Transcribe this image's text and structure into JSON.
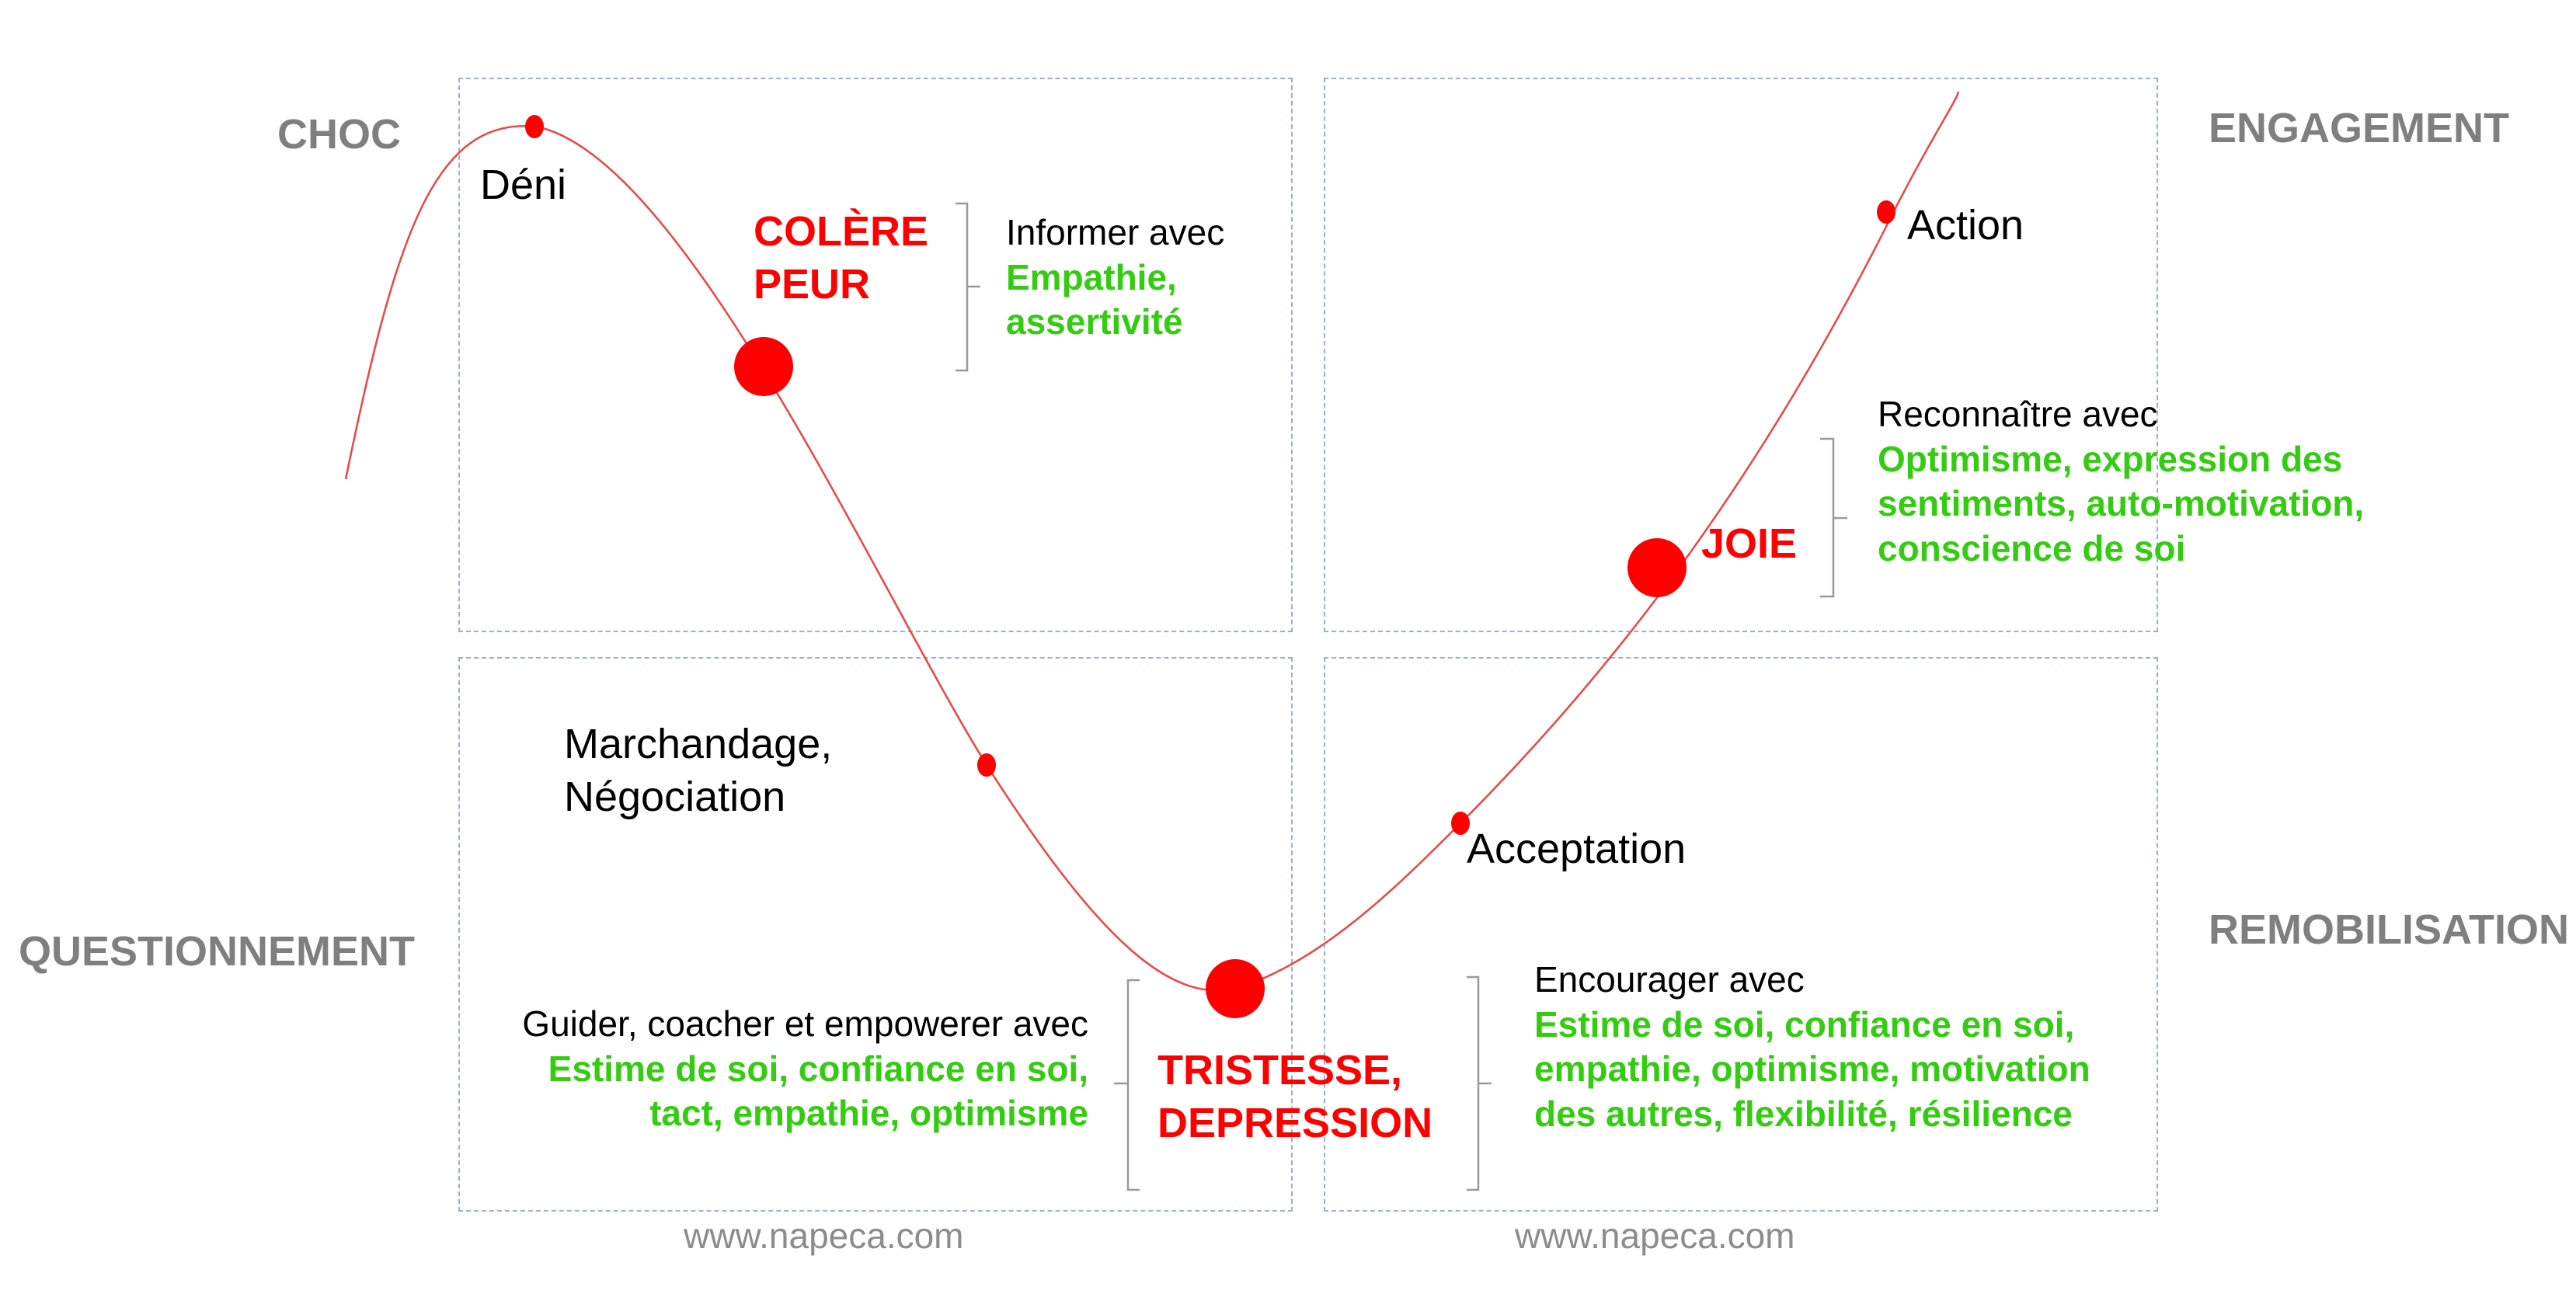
{
  "corners": {
    "choc": "CHOC",
    "engagement": "ENGAGEMENT",
    "questionnement": "QUESTIONNEMENT",
    "remobilisation": "REMOBILISATION"
  },
  "stages": {
    "deni": "Déni",
    "marchandage_1": "Marchandage,",
    "marchandage_2": "Négociation",
    "acceptation": "Acceptation",
    "action": "Action"
  },
  "emotions": {
    "colere": "COLÈRE",
    "peur": "PEUR",
    "tristesse": "TRISTESSE,",
    "depression": "DEPRESSION",
    "joie": "JOIE"
  },
  "guidance": {
    "informer": {
      "intro": "Informer avec",
      "lines": [
        "Empathie,",
        "assertivité"
      ]
    },
    "guider": {
      "intro": "Guider, coacher et empowerer avec",
      "lines": [
        "Estime de soi, confiance en soi,",
        "tact, empathie, optimisme"
      ]
    },
    "encourager": {
      "intro": "Encourager avec",
      "lines": [
        "Estime de soi, confiance en soi,",
        "empathie, optimisme, motivation",
        "des autres, flexibilité, résilience"
      ]
    },
    "reconnaitre": {
      "intro": "Reconnaître avec",
      "lines": [
        "Optimisme, expression des",
        "sentiments, auto-motivation,",
        "conscience de soi"
      ]
    }
  },
  "footer": {
    "left": "www.napeca.com",
    "right": "www.napeca.com"
  },
  "colors": {
    "curve": "#ee4444",
    "dot": "#ff0000",
    "emotion": "#ff0000",
    "skill": "#33cc11",
    "corner": "#7f7f7f",
    "border": "#9bb0cc"
  }
}
